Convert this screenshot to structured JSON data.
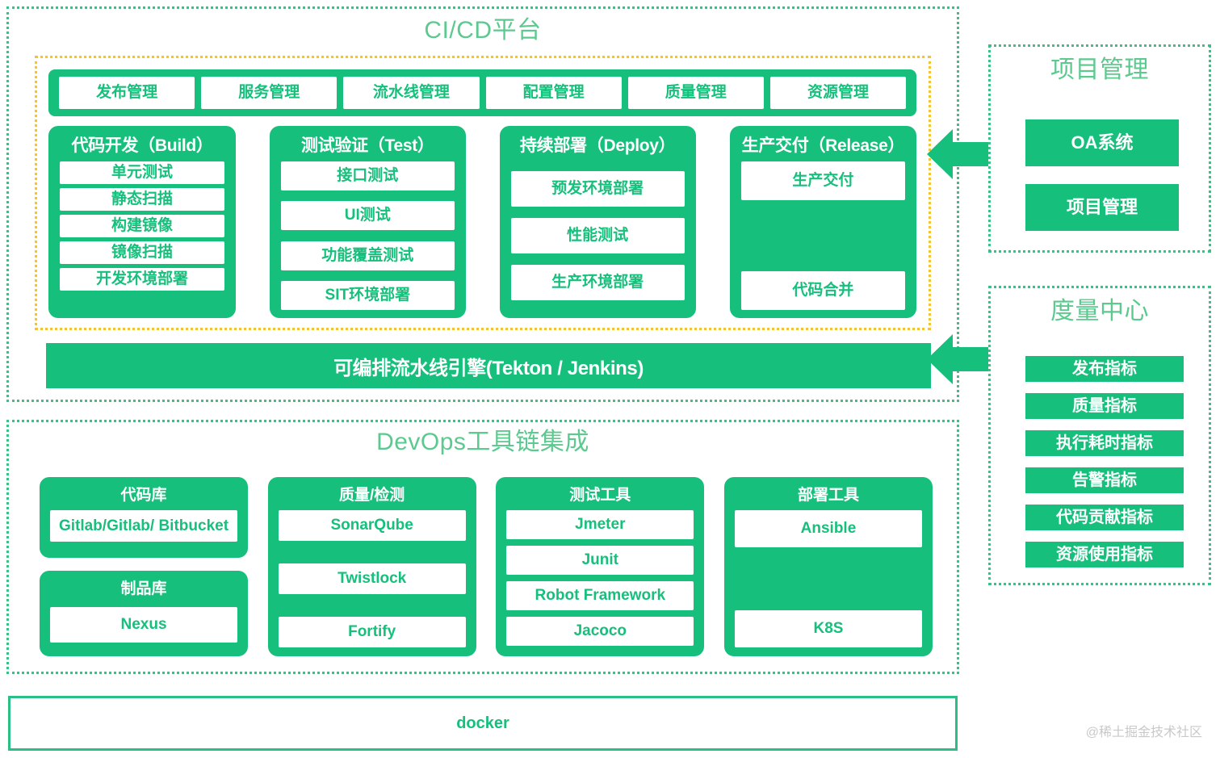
{
  "cicd": {
    "title": "CI/CD平台",
    "tabs": [
      {
        "label": "发布管理"
      },
      {
        "label": "服务管理"
      },
      {
        "label": "流水线管理"
      },
      {
        "label": "配置管理"
      },
      {
        "label": "质量管理"
      },
      {
        "label": "资源管理"
      }
    ],
    "stages": [
      {
        "head": "代码开发（Build）",
        "items": [
          "单元测试",
          "静态扫描",
          "构建镜像",
          "镜像扫描",
          "开发环境部署"
        ]
      },
      {
        "head": "测试验证（Test）",
        "items": [
          "接口测试",
          "UI测试",
          "功能覆盖测试",
          "SIT环境部署"
        ]
      },
      {
        "head": "持续部署（Deploy）",
        "items": [
          "预发环境部署",
          "性能测试",
          "生产环境部署"
        ]
      },
      {
        "head": "生产交付（Release）",
        "items": [
          "生产交付",
          "代码合并"
        ]
      }
    ],
    "engine": "可编排流水线引擎(Tekton / Jenkins)"
  },
  "project_management": {
    "title": "项目管理",
    "items": [
      "OA系统",
      "项目管理"
    ]
  },
  "metrics_center": {
    "title": "度量中心",
    "items": [
      "发布指标",
      "质量指标",
      "执行耗时指标",
      "告警指标",
      "代码贡献指标",
      "资源使用指标"
    ]
  },
  "devops": {
    "title": "DevOps工具链集成",
    "groups": [
      {
        "cards": [
          {
            "head": "代码库",
            "items": [
              "Gitlab/Gitlab/ Bitbucket"
            ]
          },
          {
            "head": "制品库",
            "items": [
              "Nexus"
            ]
          }
        ]
      },
      {
        "cards": [
          {
            "head": "质量/检测",
            "items": [
              "SonarQube",
              "Twistlock",
              "Fortify"
            ]
          }
        ]
      },
      {
        "cards": [
          {
            "head": "测试工具",
            "items": [
              "Jmeter",
              "Junit",
              "Robot Framework",
              "Jacoco"
            ]
          }
        ]
      },
      {
        "cards": [
          {
            "head": "部署工具",
            "items": [
              "Ansible",
              "K8S"
            ]
          }
        ]
      }
    ]
  },
  "footer": {
    "docker_label": "docker",
    "watermark": "@稀土掘金技术社区"
  },
  "colors": {
    "green": "#16c07c",
    "title_green": "#5cc98e",
    "dash_green": "#3fbf86",
    "dash_yellow": "#f0c33c",
    "watermark_gray": "#c9c9c9"
  }
}
